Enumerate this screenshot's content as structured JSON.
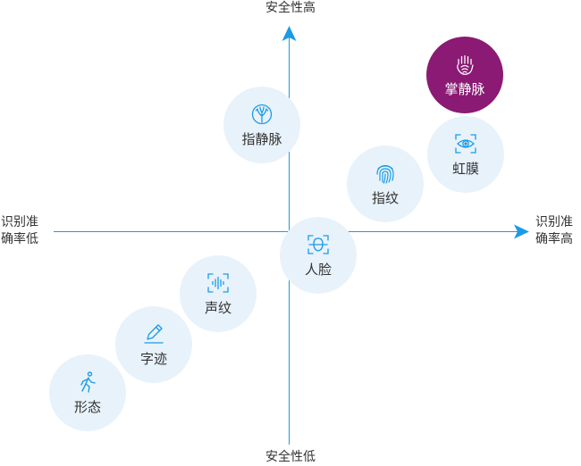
{
  "axes": {
    "top_label": "安全性高",
    "bottom_label": "安全性低",
    "left_label_line1": "识别准",
    "left_label_line2": "确率低",
    "right_label_line1": "识别准",
    "right_label_line2": "确率高",
    "axis_color": "#1a9be6"
  },
  "nodes": {
    "palm_vein": {
      "label": "掌静脉",
      "icon": "palm-vein-icon",
      "highlighted": true
    },
    "finger_vein": {
      "label": "指静脉",
      "icon": "finger-vein-icon"
    },
    "iris": {
      "label": "虹膜",
      "icon": "iris-icon"
    },
    "fingerprint": {
      "label": "指纹",
      "icon": "fingerprint-icon"
    },
    "face": {
      "label": "人脸",
      "icon": "face-icon"
    },
    "voice": {
      "label": "声纹",
      "icon": "voice-icon"
    },
    "handwriting": {
      "label": "字迹",
      "icon": "handwriting-icon"
    },
    "gait": {
      "label": "形态",
      "icon": "gait-icon"
    }
  },
  "colors": {
    "node_background": "#e8f2fb",
    "highlight_background": "#8a1a73",
    "icon_color": "#1a9be6"
  }
}
